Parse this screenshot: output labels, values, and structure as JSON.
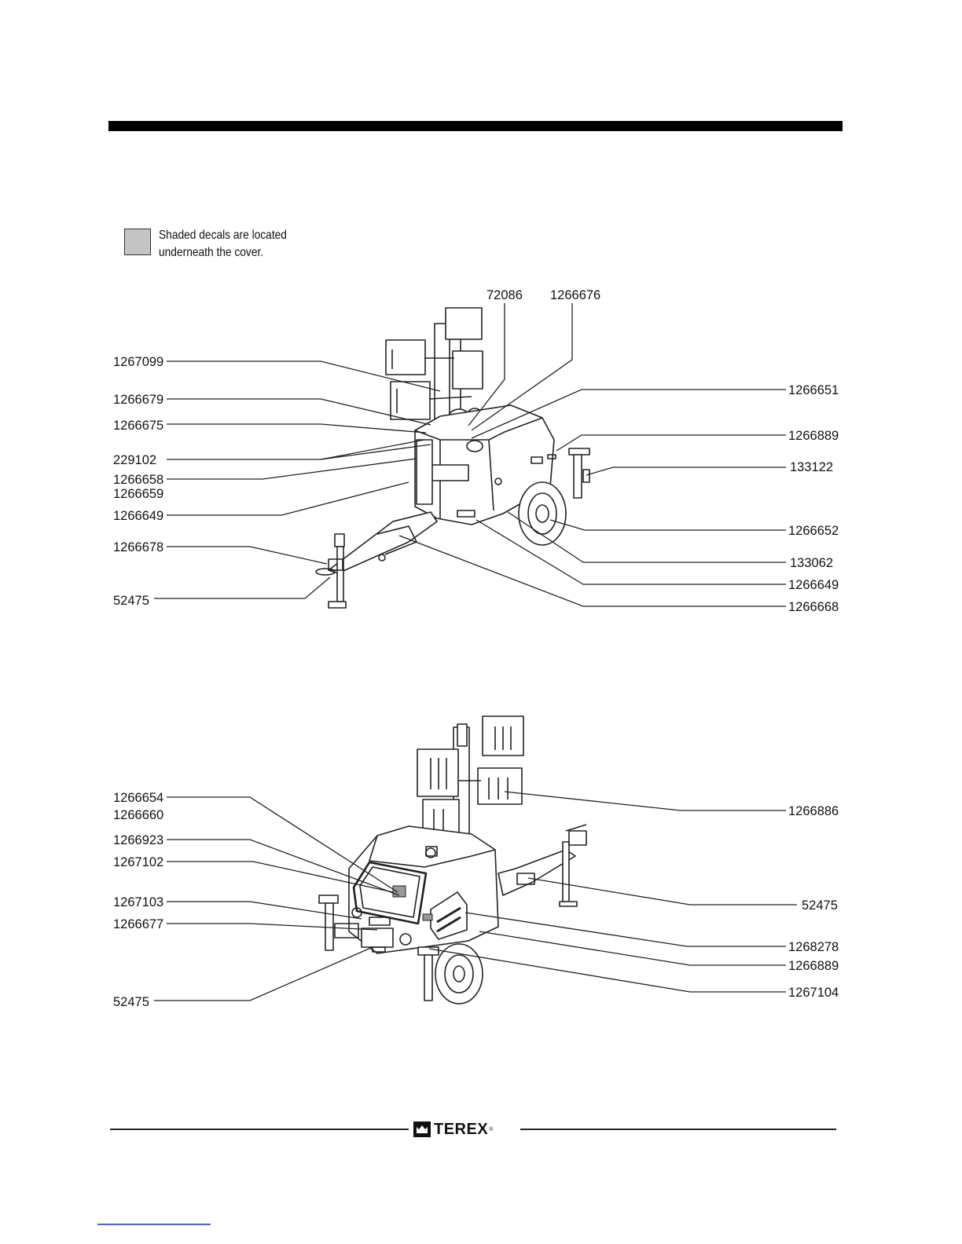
{
  "legend": {
    "line1": "Shaded decals are located",
    "line2": "underneath the cover."
  },
  "figure_top": {
    "labels_left": [
      "1267099",
      "1266679",
      "1266675",
      "229102",
      "1266658",
      "1266659",
      "1266649",
      "1266678",
      "52475"
    ],
    "labels_top": [
      "72086",
      "1266676"
    ],
    "labels_right": [
      "1266651",
      "1266889",
      "133122",
      "1266652",
      "133062",
      "1266649",
      "1266668"
    ]
  },
  "figure_bottom": {
    "labels_left": [
      "1266654",
      "1266660",
      "1266923",
      "1267102",
      "1267103",
      "1266677",
      "52475"
    ],
    "labels_right": [
      "1266886",
      "52475",
      "1268278",
      "1266889",
      "1267104"
    ]
  },
  "footer": {
    "brand": "TEREX",
    "brand_mark": "terex-crown-logo",
    "reg": "®"
  }
}
